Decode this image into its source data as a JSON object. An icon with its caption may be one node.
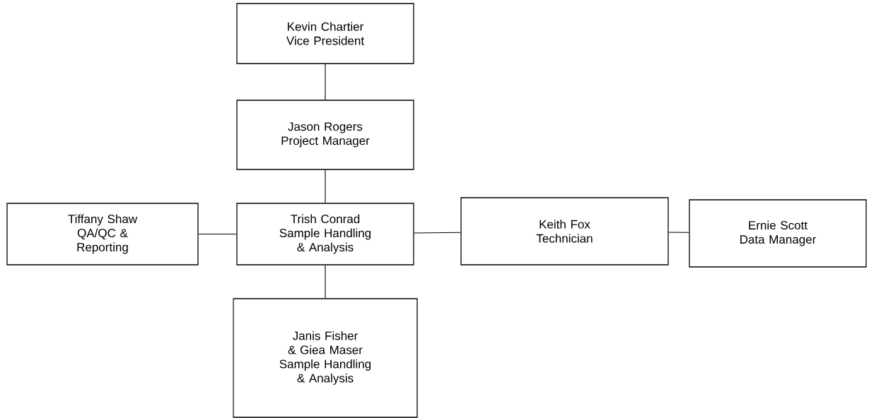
{
  "diagram": {
    "nodes": [
      {
        "text": [
          "Kevin Chartier",
          "Vice President"
        ]
      },
      {
        "text": [
          "Jason Rogers",
          "Project Manager"
        ]
      },
      {
        "text": [
          "Tiffany Shaw",
          "QA/QC & Reporting"
        ]
      },
      {
        "text": [
          "Trish Conrad",
          "Sample Handling & Analysis"
        ]
      },
      {
        "text": [
          "Keith Fox",
          "Technician"
        ]
      },
      {
        "text": [
          "Ernie Scott",
          "Data Manager"
        ]
      },
      {
        "text": [
          "Janis Fisher & Giea Maser",
          "Sample Handling & Analysis"
        ]
      }
    ],
    "edges": [
      {
        "from": 0,
        "to": 1,
        "arrow": "none"
      },
      {
        "from": 1,
        "to": 3,
        "arrow": "none"
      },
      {
        "from": 3,
        "to": 2,
        "arrow": "none"
      },
      {
        "from": 3,
        "to": 4,
        "arrow": "none"
      },
      {
        "from": 4,
        "to": 5,
        "arrow": "none"
      },
      {
        "from": 3,
        "to": 6,
        "arrow": "none"
      }
    ]
  }
}
